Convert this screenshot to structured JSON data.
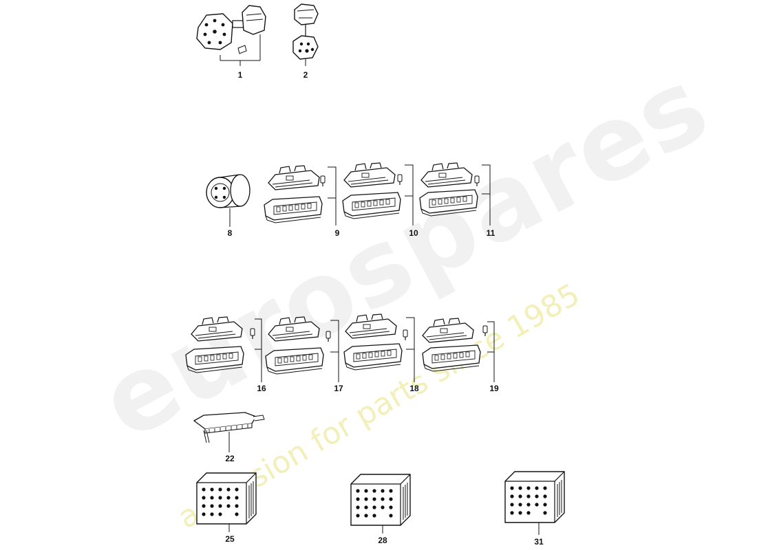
{
  "watermark": {
    "brand": "eurospares",
    "tagline": "a passion for parts since 1985"
  },
  "parts": [
    {
      "id": "p1",
      "label": "1"
    },
    {
      "id": "p2",
      "label": "2"
    },
    {
      "id": "p8",
      "label": "8"
    },
    {
      "id": "p9",
      "label": "9"
    },
    {
      "id": "p10",
      "label": "10"
    },
    {
      "id": "p11",
      "label": "11"
    },
    {
      "id": "p16",
      "label": "16"
    },
    {
      "id": "p17",
      "label": "17"
    },
    {
      "id": "p18",
      "label": "18"
    },
    {
      "id": "p19",
      "label": "19"
    },
    {
      "id": "p22",
      "label": "22"
    },
    {
      "id": "p25",
      "label": "25"
    },
    {
      "id": "p28",
      "label": "28"
    },
    {
      "id": "p31",
      "label": "31"
    }
  ]
}
